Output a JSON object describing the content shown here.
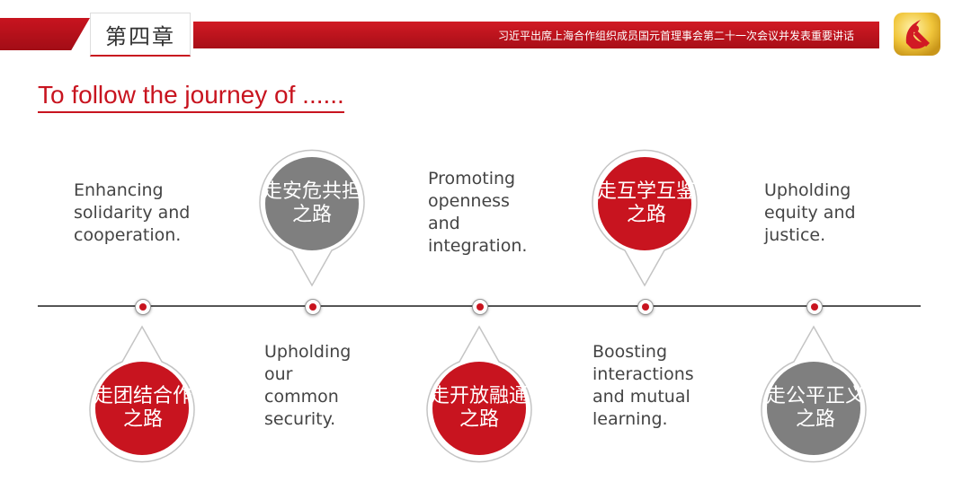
{
  "header": {
    "chapter": "第四章",
    "banner": "习近平出席上海合作组织成员国元首理事会第二十一次会议并发表重要讲话"
  },
  "title": "To follow the journey of ......",
  "colors": {
    "red": "#c8141f",
    "gray": "#7f7f7f"
  },
  "roads": [
    {
      "line1": "走团结合作",
      "line2": "之路",
      "color": "red",
      "position": "below",
      "description": [
        "Enhancing",
        "solidarity and",
        "cooperation."
      ]
    },
    {
      "line1": "走安危共担",
      "line2": "之路",
      "color": "gray",
      "position": "above",
      "description": [
        "Upholding",
        "our",
        "common",
        "security."
      ]
    },
    {
      "line1": "走开放融通",
      "line2": "之路",
      "color": "red",
      "position": "below",
      "description": [
        "Promoting",
        "openness",
        "and",
        "integration."
      ]
    },
    {
      "line1": "走互学互鉴",
      "line2": "之路",
      "color": "red",
      "position": "above",
      "description": [
        "Boosting",
        "interactions",
        "and mutual",
        "learning."
      ]
    },
    {
      "line1": "走公平正义",
      "line2": "之路",
      "color": "gray",
      "position": "below",
      "description": [
        "Upholding",
        "equity and",
        "justice."
      ]
    }
  ]
}
